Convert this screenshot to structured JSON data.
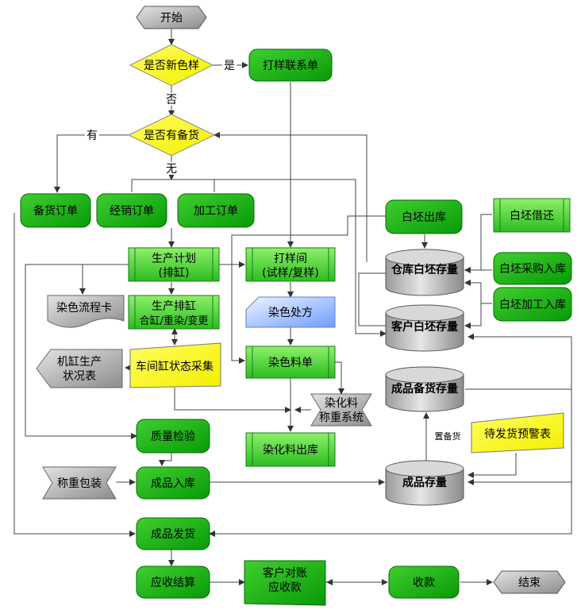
{
  "nodes": {
    "start": "开始",
    "new_color": "是否新色样",
    "sample_contact": "打样联系单",
    "has_stock": "是否有备货",
    "stock_order": "备货订单",
    "sales_order": "经销订单",
    "process_order": "加工订单",
    "grey_out": "白坯出库",
    "grey_borrow": "白坯借还",
    "grey_purchase": "白坯采购入库",
    "grey_process_in": "白坯加工入库",
    "warehouse_grey": "仓库白坯存量",
    "customer_grey": "客户白坯存量",
    "finished_stock_spare": "成品备货存量",
    "finished_stock": "成品存量",
    "prod_plan_1": "生产计划",
    "prod_plan_2": "(排缸)",
    "sample_room_1": "打样间",
    "sample_room_2": "(试样/复样)",
    "dye_card": "染色流程卡",
    "prod_sched_1": "生产排缸",
    "prod_sched_2": "合缸/重染/变更",
    "dye_recipe": "染色处方",
    "machine_status_1": "机缸生产",
    "machine_status_2": "状况表",
    "workshop_collect": "车间缸状态采集",
    "dye_material_list": "染色料单",
    "weigh_system_1": "染化料",
    "weigh_system_2": "称重系统",
    "quality_check": "质量检验",
    "chem_out": "染化料出库",
    "pending_alert": "待发货预警表",
    "weigh_pack": "称重包装",
    "finished_in": "成品入库",
    "ship": "成品发货",
    "ar_settle": "应收结算",
    "customer_recon_1": "客户对账",
    "customer_recon_2": "应收款",
    "collect": "收款",
    "end": "结束"
  },
  "edge_labels": {
    "yes": "是",
    "no": "否",
    "have": "有",
    "none": "无",
    "set_stock": "置备货"
  },
  "colors": {
    "green": "#0aa60a",
    "green_light": "#6fdc4a",
    "yellow": "#ffff00",
    "gray": "#bdbdbd",
    "blue": "#8fb6ff"
  }
}
